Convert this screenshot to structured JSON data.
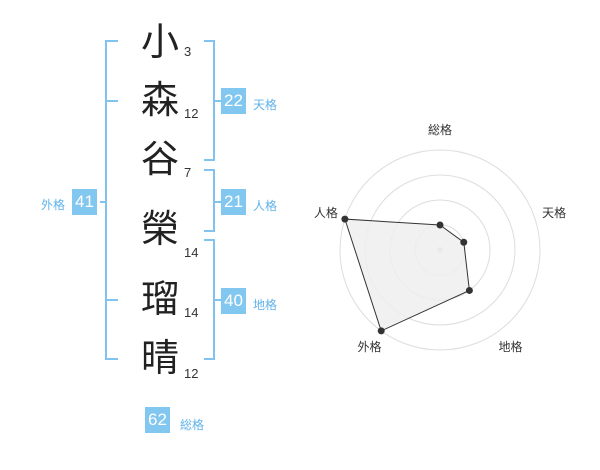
{
  "name": {
    "chars": [
      {
        "char": "小",
        "strokes": "3"
      },
      {
        "char": "森",
        "strokes": "12"
      },
      {
        "char": "谷",
        "strokes": "7"
      },
      {
        "char": "榮",
        "strokes": "14"
      },
      {
        "char": "瑠",
        "strokes": "14"
      },
      {
        "char": "晴",
        "strokes": "12"
      }
    ]
  },
  "fortune": {
    "tenkaku": {
      "value": "22",
      "label": "天格"
    },
    "jinkaku": {
      "value": "21",
      "label": "人格"
    },
    "chikaku": {
      "value": "40",
      "label": "地格"
    },
    "gaikaku": {
      "value": "41",
      "label": "外格"
    },
    "soukaku": {
      "value": "62",
      "label": "総格"
    }
  },
  "colors": {
    "accent": "#7fc3ee",
    "label": "#5fb3ea",
    "badge_bg": "#82c7f0",
    "radar_fill": "#eeeeee",
    "grid": "#dddddd"
  },
  "chart_data": {
    "type": "radar",
    "axes": [
      "総格",
      "天格",
      "地格",
      "外格",
      "人格"
    ],
    "values": [
      1,
      1,
      2,
      4,
      4
    ],
    "max": 4,
    "rings": 4
  }
}
